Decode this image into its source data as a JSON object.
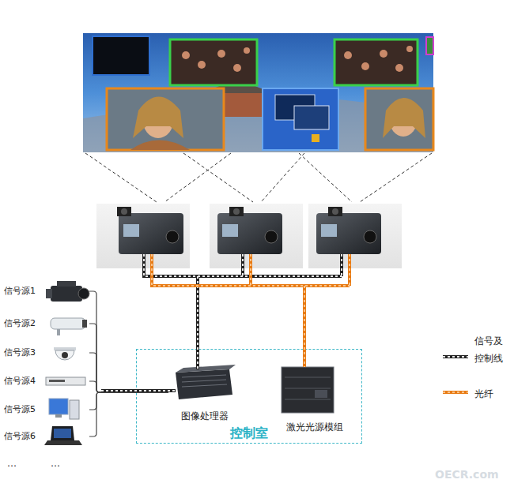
{
  "diagram": {
    "nodes": [
      {
        "text": [
          "信号源1"
        ]
      },
      {
        "text": [
          "信号源2"
        ]
      },
      {
        "text": [
          "信号源3"
        ]
      },
      {
        "text": [
          "信号源4"
        ]
      },
      {
        "text": [
          "信号源5"
        ]
      },
      {
        "text": [
          "信号源6"
        ]
      },
      {
        "text": [
          "控制室"
        ]
      },
      {
        "text": [
          "图像处理器"
        ],
        "in": 6
      },
      {
        "text": [
          "激光光源模组"
        ],
        "in": 6
      }
    ],
    "edges": [
      {
        "from": 0,
        "to": 7,
        "arrow": "none"
      },
      {
        "from": 1,
        "to": 7,
        "arrow": "none"
      },
      {
        "from": 2,
        "to": 7,
        "arrow": "none"
      },
      {
        "from": 3,
        "to": 7,
        "arrow": "none"
      },
      {
        "from": 4,
        "to": 7,
        "arrow": "none"
      },
      {
        "from": 5,
        "to": 7,
        "arrow": "none"
      }
    ],
    "labels": [
      "…",
      "…",
      "OECR.com"
    ],
    "legend": [
      {
        "text": "信号及 控制线"
      },
      {
        "text": "光纤"
      }
    ]
  }
}
